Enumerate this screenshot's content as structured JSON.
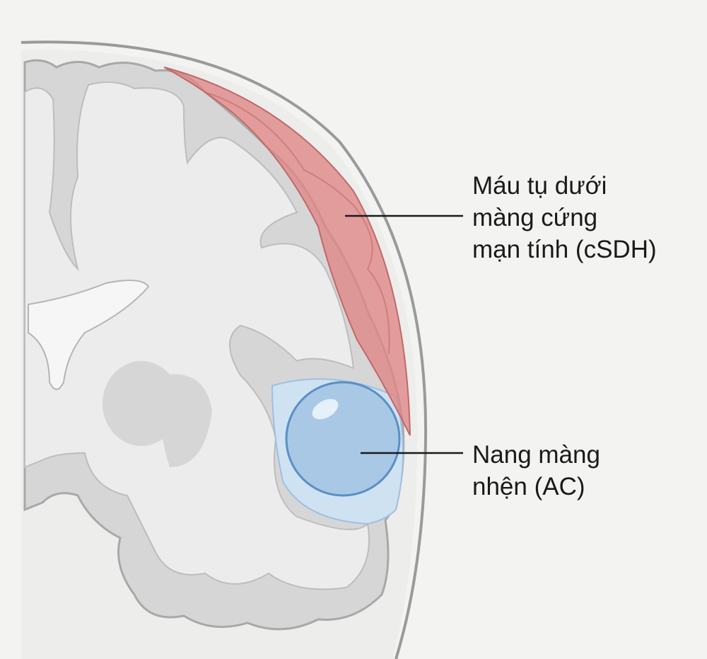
{
  "labels": {
    "csdh": {
      "lines": [
        "Máu tụ dưới",
        "màng cứng",
        "mạn tính (cSDH)"
      ]
    },
    "ac": {
      "lines": [
        "Nang màng",
        "nhện (AC)"
      ]
    }
  },
  "colors": {
    "background": "#f3f3f2",
    "skull": "#9a9a9a",
    "gray_matter": "#d6d6d6",
    "white_matter": "#ececec",
    "hematoma": "#e08585",
    "cyst": "#a8c8e6",
    "cyst_outline": "#5a8fc6",
    "csf": "#cfe2f2"
  }
}
